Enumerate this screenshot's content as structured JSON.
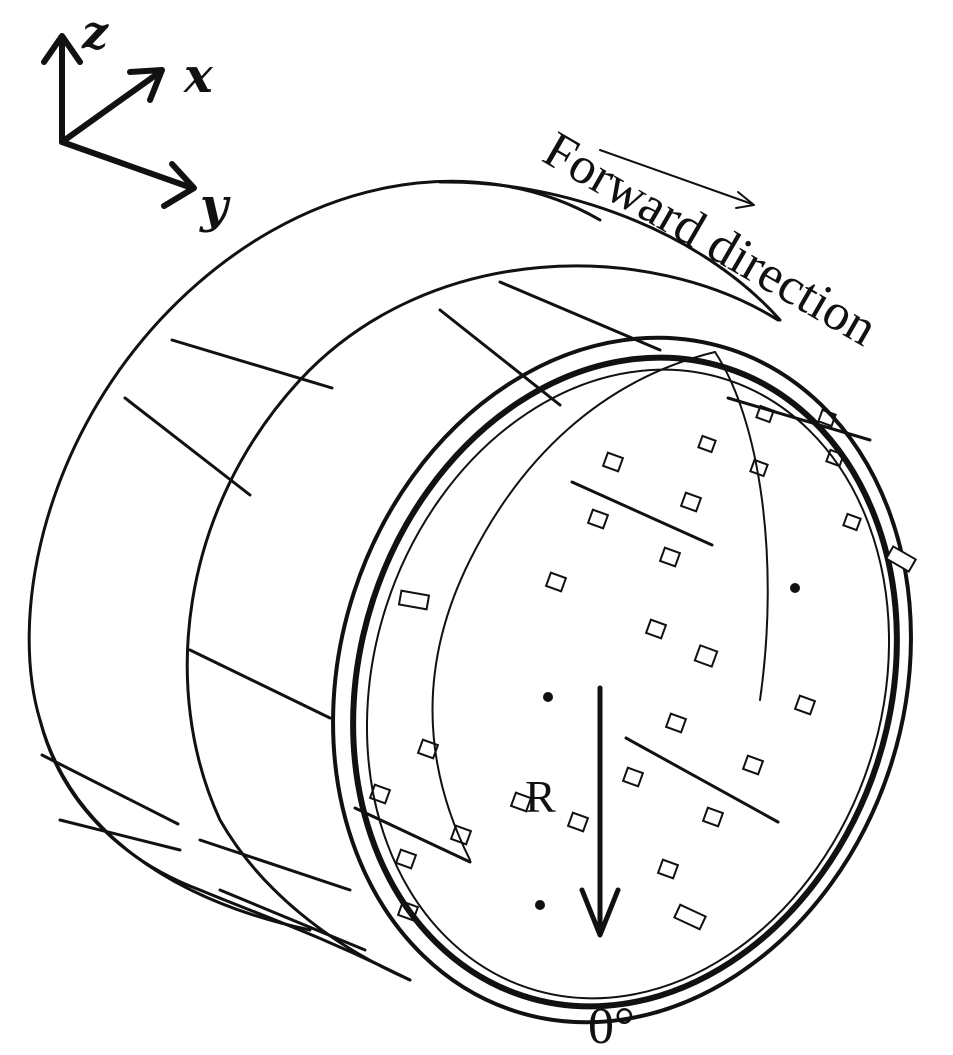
{
  "axes": {
    "z_label": "z",
    "x_label": "x",
    "y_label": "y"
  },
  "labels": {
    "direction": "Forward direction",
    "radius": "R",
    "angle": "0°"
  },
  "colors": {
    "ink": "#111111",
    "background": "#ffffff"
  }
}
